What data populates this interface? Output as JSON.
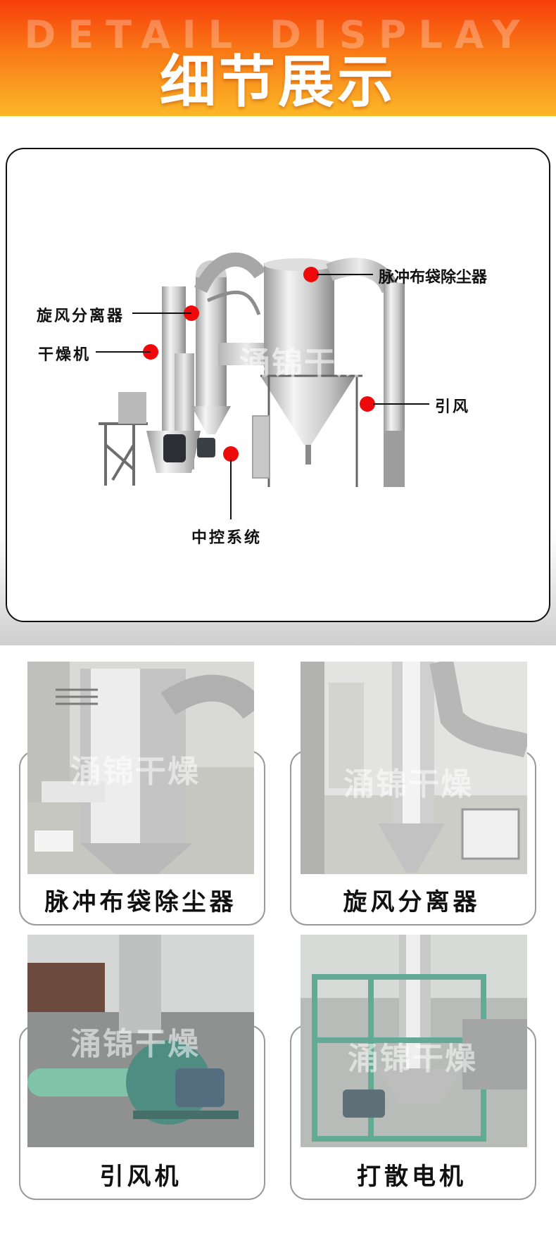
{
  "header": {
    "subtitle": "DETAIL DISPLAY",
    "title": "细节展示"
  },
  "diagram": {
    "watermark": "涌锦干燥",
    "callouts": [
      {
        "id": "pulse",
        "label": "脉冲布袋除尘器"
      },
      {
        "id": "cyclone",
        "label": "旋风分离器"
      },
      {
        "id": "dryer",
        "label": "干燥机"
      },
      {
        "id": "fan",
        "label": "引风"
      },
      {
        "id": "control",
        "label": "中控系统"
      }
    ]
  },
  "cards": [
    {
      "label": "脉冲布袋除尘器",
      "watermark": "涌锦干燥",
      "photo": "pulse-bag-filter-photo"
    },
    {
      "label": "旋风分离器",
      "watermark": "涌锦干燥",
      "photo": "cyclone-separator-photo"
    },
    {
      "label": "引风机",
      "watermark": "涌锦干燥",
      "photo": "induced-draft-fan-photo"
    },
    {
      "label": "打散电机",
      "watermark": "涌锦干燥",
      "photo": "dispersing-motor-photo"
    }
  ],
  "colors": {
    "banner_top": "#f63e0a",
    "banner_bottom": "#fbb827",
    "callout_dot": "#ee0a0a"
  }
}
